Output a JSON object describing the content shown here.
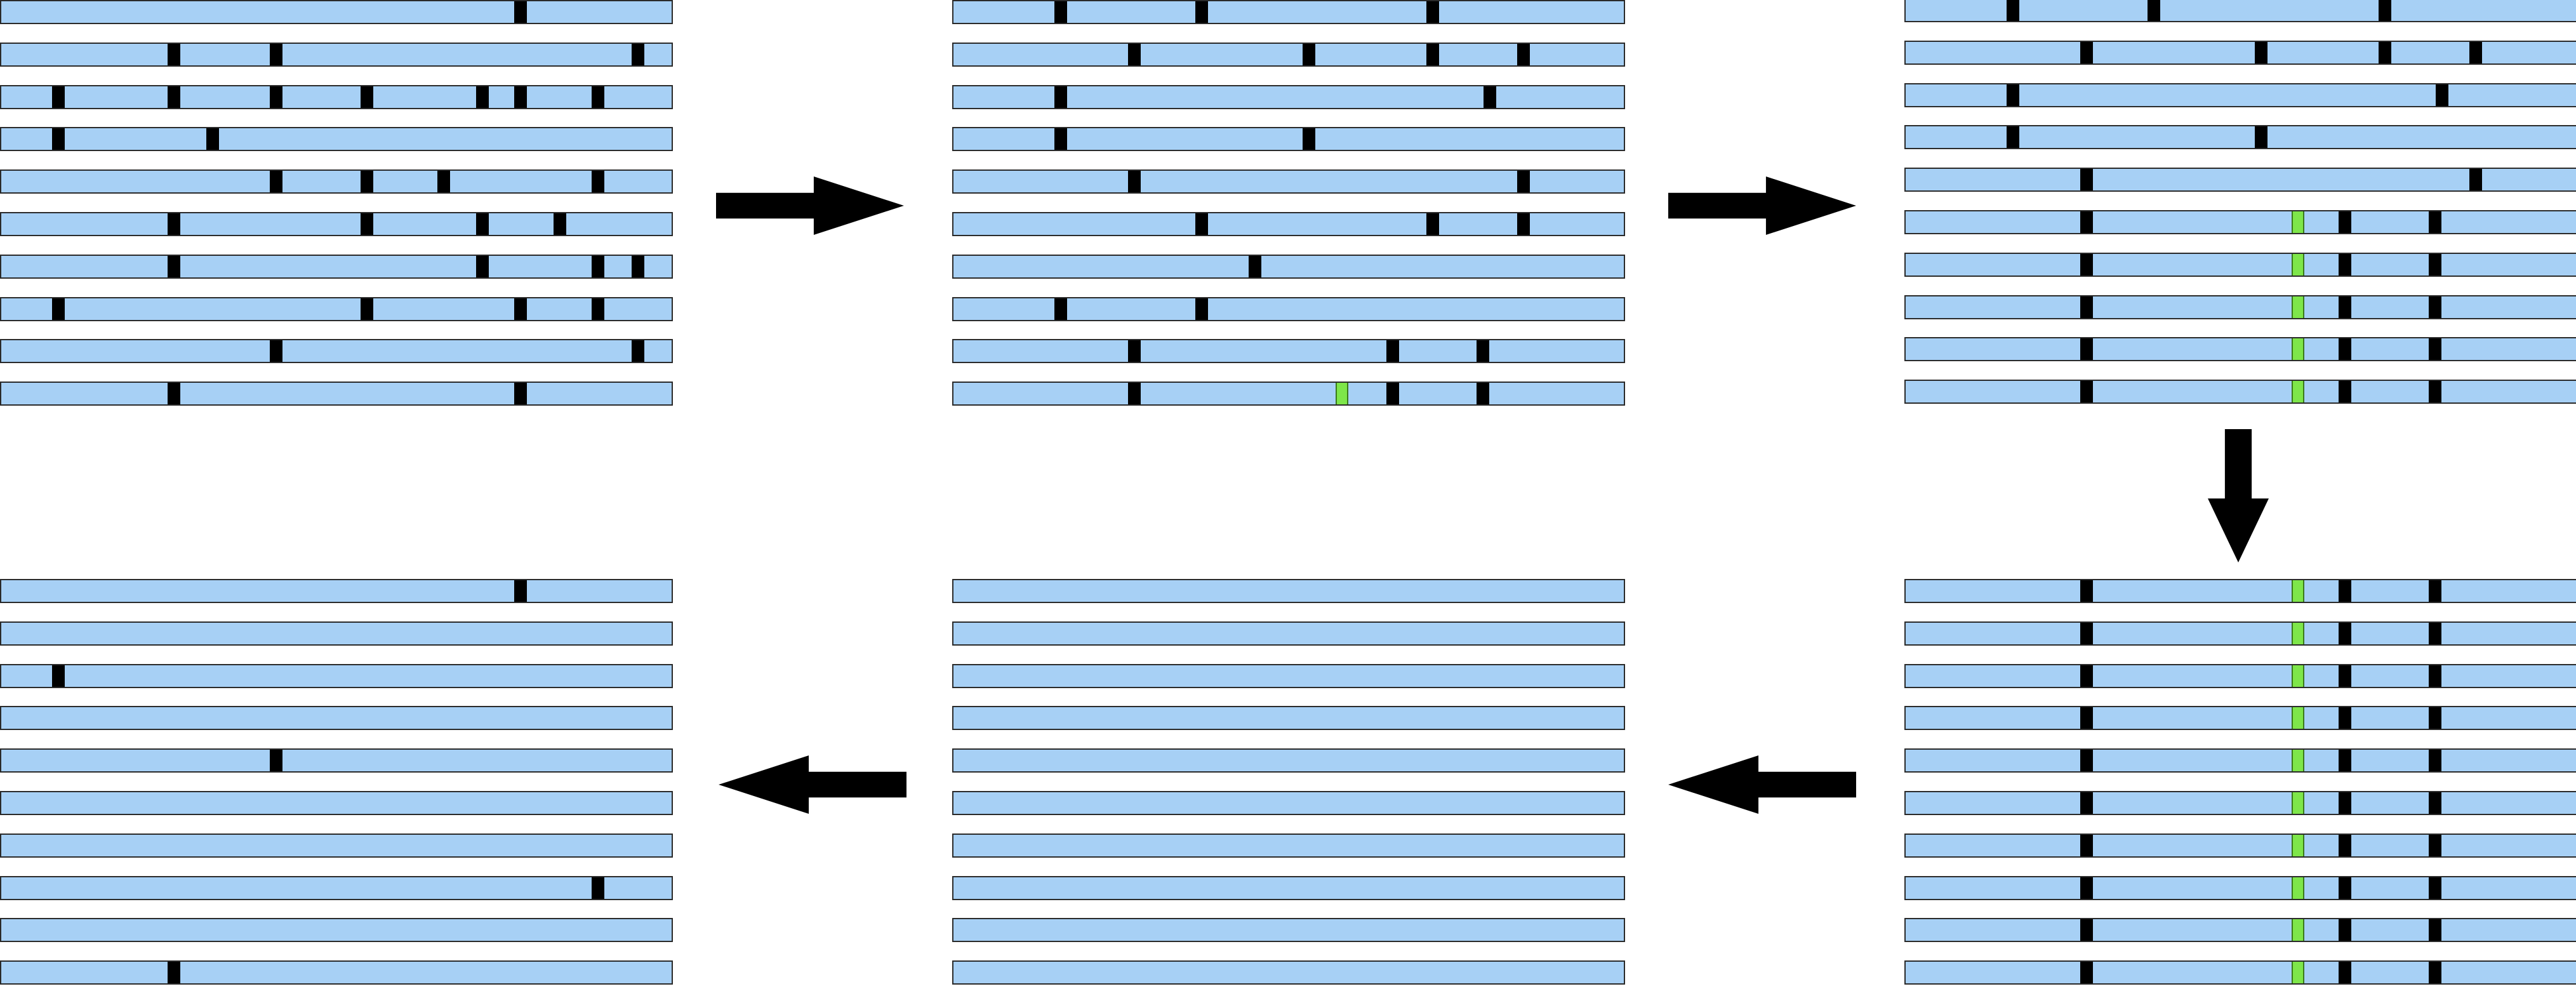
{
  "colors": {
    "strand": "#a7d0f5",
    "outline": "#2a2a2a",
    "black": "#000000",
    "green": "#7ee64a",
    "arrow": "#000000"
  },
  "panels": [
    {
      "name": "panel-top-left",
      "rows": [
        [
          {
            "p": 0.775,
            "c": "black"
          }
        ],
        [
          {
            "p": 0.258,
            "c": "black"
          },
          {
            "p": 0.41,
            "c": "black"
          },
          {
            "p": 0.95,
            "c": "black"
          }
        ],
        [
          {
            "p": 0.085,
            "c": "black"
          },
          {
            "p": 0.258,
            "c": "black"
          },
          {
            "p": 0.41,
            "c": "black"
          },
          {
            "p": 0.545,
            "c": "black"
          },
          {
            "p": 0.718,
            "c": "black"
          },
          {
            "p": 0.775,
            "c": "black"
          },
          {
            "p": 0.89,
            "c": "black"
          }
        ],
        [
          {
            "p": 0.085,
            "c": "black"
          },
          {
            "p": 0.315,
            "c": "black"
          }
        ],
        [
          {
            "p": 0.41,
            "c": "black"
          },
          {
            "p": 0.545,
            "c": "black"
          },
          {
            "p": 0.66,
            "c": "black"
          },
          {
            "p": 0.89,
            "c": "black"
          }
        ],
        [
          {
            "p": 0.258,
            "c": "black"
          },
          {
            "p": 0.545,
            "c": "black"
          },
          {
            "p": 0.718,
            "c": "black"
          },
          {
            "p": 0.833,
            "c": "black"
          }
        ],
        [
          {
            "p": 0.258,
            "c": "black"
          },
          {
            "p": 0.718,
            "c": "black"
          },
          {
            "p": 0.89,
            "c": "black"
          },
          {
            "p": 0.95,
            "c": "black"
          }
        ],
        [
          {
            "p": 0.085,
            "c": "black"
          },
          {
            "p": 0.545,
            "c": "black"
          },
          {
            "p": 0.775,
            "c": "black"
          },
          {
            "p": 0.89,
            "c": "black"
          }
        ],
        [
          {
            "p": 0.41,
            "c": "black"
          },
          {
            "p": 0.95,
            "c": "black"
          }
        ],
        [
          {
            "p": 0.258,
            "c": "black"
          },
          {
            "p": 0.775,
            "c": "black"
          }
        ]
      ]
    },
    {
      "name": "panel-top-middle",
      "rows": [
        [
          {
            "p": 0.16,
            "c": "black"
          },
          {
            "p": 0.37,
            "c": "black"
          },
          {
            "p": 0.715,
            "c": "black"
          }
        ],
        [
          {
            "p": 0.27,
            "c": "black"
          },
          {
            "p": 0.53,
            "c": "black"
          },
          {
            "p": 0.715,
            "c": "black"
          },
          {
            "p": 0.85,
            "c": "black"
          }
        ],
        [
          {
            "p": 0.16,
            "c": "black"
          },
          {
            "p": 0.8,
            "c": "black"
          }
        ],
        [
          {
            "p": 0.16,
            "c": "black"
          },
          {
            "p": 0.53,
            "c": "black"
          }
        ],
        [
          {
            "p": 0.27,
            "c": "black"
          },
          {
            "p": 0.85,
            "c": "black"
          }
        ],
        [
          {
            "p": 0.37,
            "c": "black"
          },
          {
            "p": 0.715,
            "c": "black"
          },
          {
            "p": 0.85,
            "c": "black"
          }
        ],
        [
          {
            "p": 0.45,
            "c": "black"
          }
        ],
        [
          {
            "p": 0.16,
            "c": "black"
          },
          {
            "p": 0.37,
            "c": "black"
          }
        ],
        [
          {
            "p": 0.27,
            "c": "black"
          },
          {
            "p": 0.655,
            "c": "black"
          },
          {
            "p": 0.79,
            "c": "black"
          }
        ],
        [
          {
            "p": 0.27,
            "c": "black"
          },
          {
            "p": 0.58,
            "c": "green"
          },
          {
            "p": 0.655,
            "c": "black"
          },
          {
            "p": 0.79,
            "c": "black"
          }
        ]
      ]
    },
    {
      "name": "panel-top-right",
      "rows": [
        [
          {
            "p": 0.16,
            "c": "black"
          },
          {
            "p": 0.37,
            "c": "black"
          },
          {
            "p": 0.715,
            "c": "black"
          }
        ],
        [
          {
            "p": 0.27,
            "c": "black"
          },
          {
            "p": 0.53,
            "c": "black"
          },
          {
            "p": 0.715,
            "c": "black"
          },
          {
            "p": 0.85,
            "c": "black"
          }
        ],
        [
          {
            "p": 0.16,
            "c": "black"
          },
          {
            "p": 0.8,
            "c": "black"
          }
        ],
        [
          {
            "p": 0.16,
            "c": "black"
          },
          {
            "p": 0.53,
            "c": "black"
          }
        ],
        [
          {
            "p": 0.27,
            "c": "black"
          },
          {
            "p": 0.85,
            "c": "black"
          }
        ],
        [
          {
            "p": 0.27,
            "c": "black"
          },
          {
            "p": 0.585,
            "c": "green"
          },
          {
            "p": 0.655,
            "c": "black"
          },
          {
            "p": 0.79,
            "c": "black"
          }
        ],
        [
          {
            "p": 0.27,
            "c": "black"
          },
          {
            "p": 0.585,
            "c": "green"
          },
          {
            "p": 0.655,
            "c": "black"
          },
          {
            "p": 0.79,
            "c": "black"
          }
        ],
        [
          {
            "p": 0.27,
            "c": "black"
          },
          {
            "p": 0.585,
            "c": "green"
          },
          {
            "p": 0.655,
            "c": "black"
          },
          {
            "p": 0.79,
            "c": "black"
          }
        ],
        [
          {
            "p": 0.27,
            "c": "black"
          },
          {
            "p": 0.585,
            "c": "green"
          },
          {
            "p": 0.655,
            "c": "black"
          },
          {
            "p": 0.79,
            "c": "black"
          }
        ],
        [
          {
            "p": 0.27,
            "c": "black"
          },
          {
            "p": 0.585,
            "c": "green"
          },
          {
            "p": 0.655,
            "c": "black"
          },
          {
            "p": 0.79,
            "c": "black"
          }
        ]
      ]
    },
    {
      "name": "panel-bottom-right",
      "rows": [
        [
          {
            "p": 0.27,
            "c": "black"
          },
          {
            "p": 0.585,
            "c": "green"
          },
          {
            "p": 0.655,
            "c": "black"
          },
          {
            "p": 0.79,
            "c": "black"
          }
        ],
        [
          {
            "p": 0.27,
            "c": "black"
          },
          {
            "p": 0.585,
            "c": "green"
          },
          {
            "p": 0.655,
            "c": "black"
          },
          {
            "p": 0.79,
            "c": "black"
          }
        ],
        [
          {
            "p": 0.27,
            "c": "black"
          },
          {
            "p": 0.585,
            "c": "green"
          },
          {
            "p": 0.655,
            "c": "black"
          },
          {
            "p": 0.79,
            "c": "black"
          }
        ],
        [
          {
            "p": 0.27,
            "c": "black"
          },
          {
            "p": 0.585,
            "c": "green"
          },
          {
            "p": 0.655,
            "c": "black"
          },
          {
            "p": 0.79,
            "c": "black"
          }
        ],
        [
          {
            "p": 0.27,
            "c": "black"
          },
          {
            "p": 0.585,
            "c": "green"
          },
          {
            "p": 0.655,
            "c": "black"
          },
          {
            "p": 0.79,
            "c": "black"
          }
        ],
        [
          {
            "p": 0.27,
            "c": "black"
          },
          {
            "p": 0.585,
            "c": "green"
          },
          {
            "p": 0.655,
            "c": "black"
          },
          {
            "p": 0.79,
            "c": "black"
          }
        ],
        [
          {
            "p": 0.27,
            "c": "black"
          },
          {
            "p": 0.585,
            "c": "green"
          },
          {
            "p": 0.655,
            "c": "black"
          },
          {
            "p": 0.79,
            "c": "black"
          }
        ],
        [
          {
            "p": 0.27,
            "c": "black"
          },
          {
            "p": 0.585,
            "c": "green"
          },
          {
            "p": 0.655,
            "c": "black"
          },
          {
            "p": 0.79,
            "c": "black"
          }
        ],
        [
          {
            "p": 0.27,
            "c": "black"
          },
          {
            "p": 0.585,
            "c": "green"
          },
          {
            "p": 0.655,
            "c": "black"
          },
          {
            "p": 0.79,
            "c": "black"
          }
        ],
        [
          {
            "p": 0.27,
            "c": "black"
          },
          {
            "p": 0.585,
            "c": "green"
          },
          {
            "p": 0.655,
            "c": "black"
          },
          {
            "p": 0.79,
            "c": "black"
          }
        ]
      ]
    },
    {
      "name": "panel-bottom-middle",
      "rows": [
        [],
        [],
        [],
        [],
        [],
        [],
        [],
        [],
        [],
        []
      ]
    },
    {
      "name": "panel-bottom-left",
      "rows": [
        [
          {
            "p": 0.775,
            "c": "black"
          }
        ],
        [],
        [
          {
            "p": 0.085,
            "c": "black"
          }
        ],
        [],
        [
          {
            "p": 0.41,
            "c": "black"
          }
        ],
        [],
        [],
        [
          {
            "p": 0.89,
            "c": "black"
          }
        ],
        [],
        [
          {
            "p": 0.258,
            "c": "black"
          }
        ]
      ]
    }
  ],
  "arrows": [
    {
      "name": "arrow-right-1",
      "direction": "right"
    },
    {
      "name": "arrow-right-2",
      "direction": "right"
    },
    {
      "name": "arrow-down",
      "direction": "down"
    },
    {
      "name": "arrow-left-1",
      "direction": "left"
    },
    {
      "name": "arrow-left-2",
      "direction": "left"
    }
  ]
}
